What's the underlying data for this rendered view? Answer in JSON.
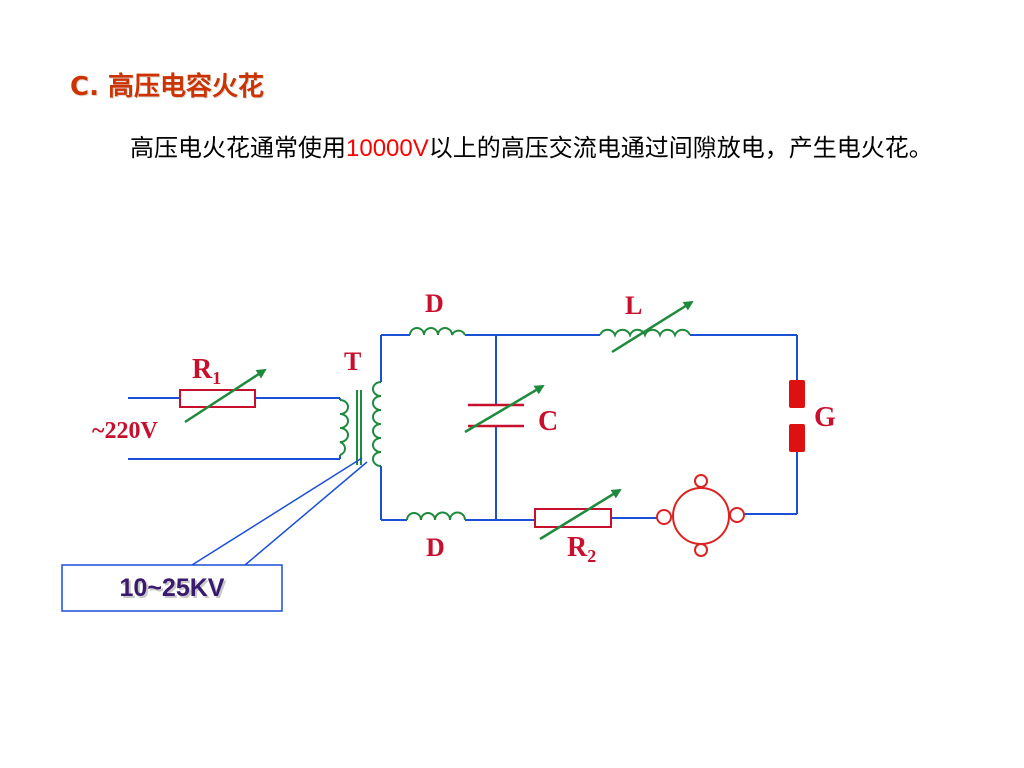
{
  "heading": "C. 高压电容火花",
  "paragraph": {
    "before": "高压电火花通常使用",
    "highlight": "10000V",
    "after": "以上的高压交流电通过间隙放电，产生电火花。"
  },
  "diagram": {
    "labels": {
      "resistor1_main": "R",
      "resistor1_sub": "1",
      "input": "~220V",
      "transformer": "T",
      "diode_top": "D",
      "diode_bottom": "D",
      "inductor": "L",
      "capacitor": "C",
      "gap": "G",
      "resistor2_main": "R",
      "resistor2_sub": "2"
    },
    "callout": "10~25KV"
  },
  "colors": {
    "heading": "#cc3300",
    "highlight": "#ff0000",
    "wire": "#1a4fd6",
    "component": "#c8102e",
    "arrow": "#1e8a3c",
    "callout_text": "#3a1a6e"
  }
}
